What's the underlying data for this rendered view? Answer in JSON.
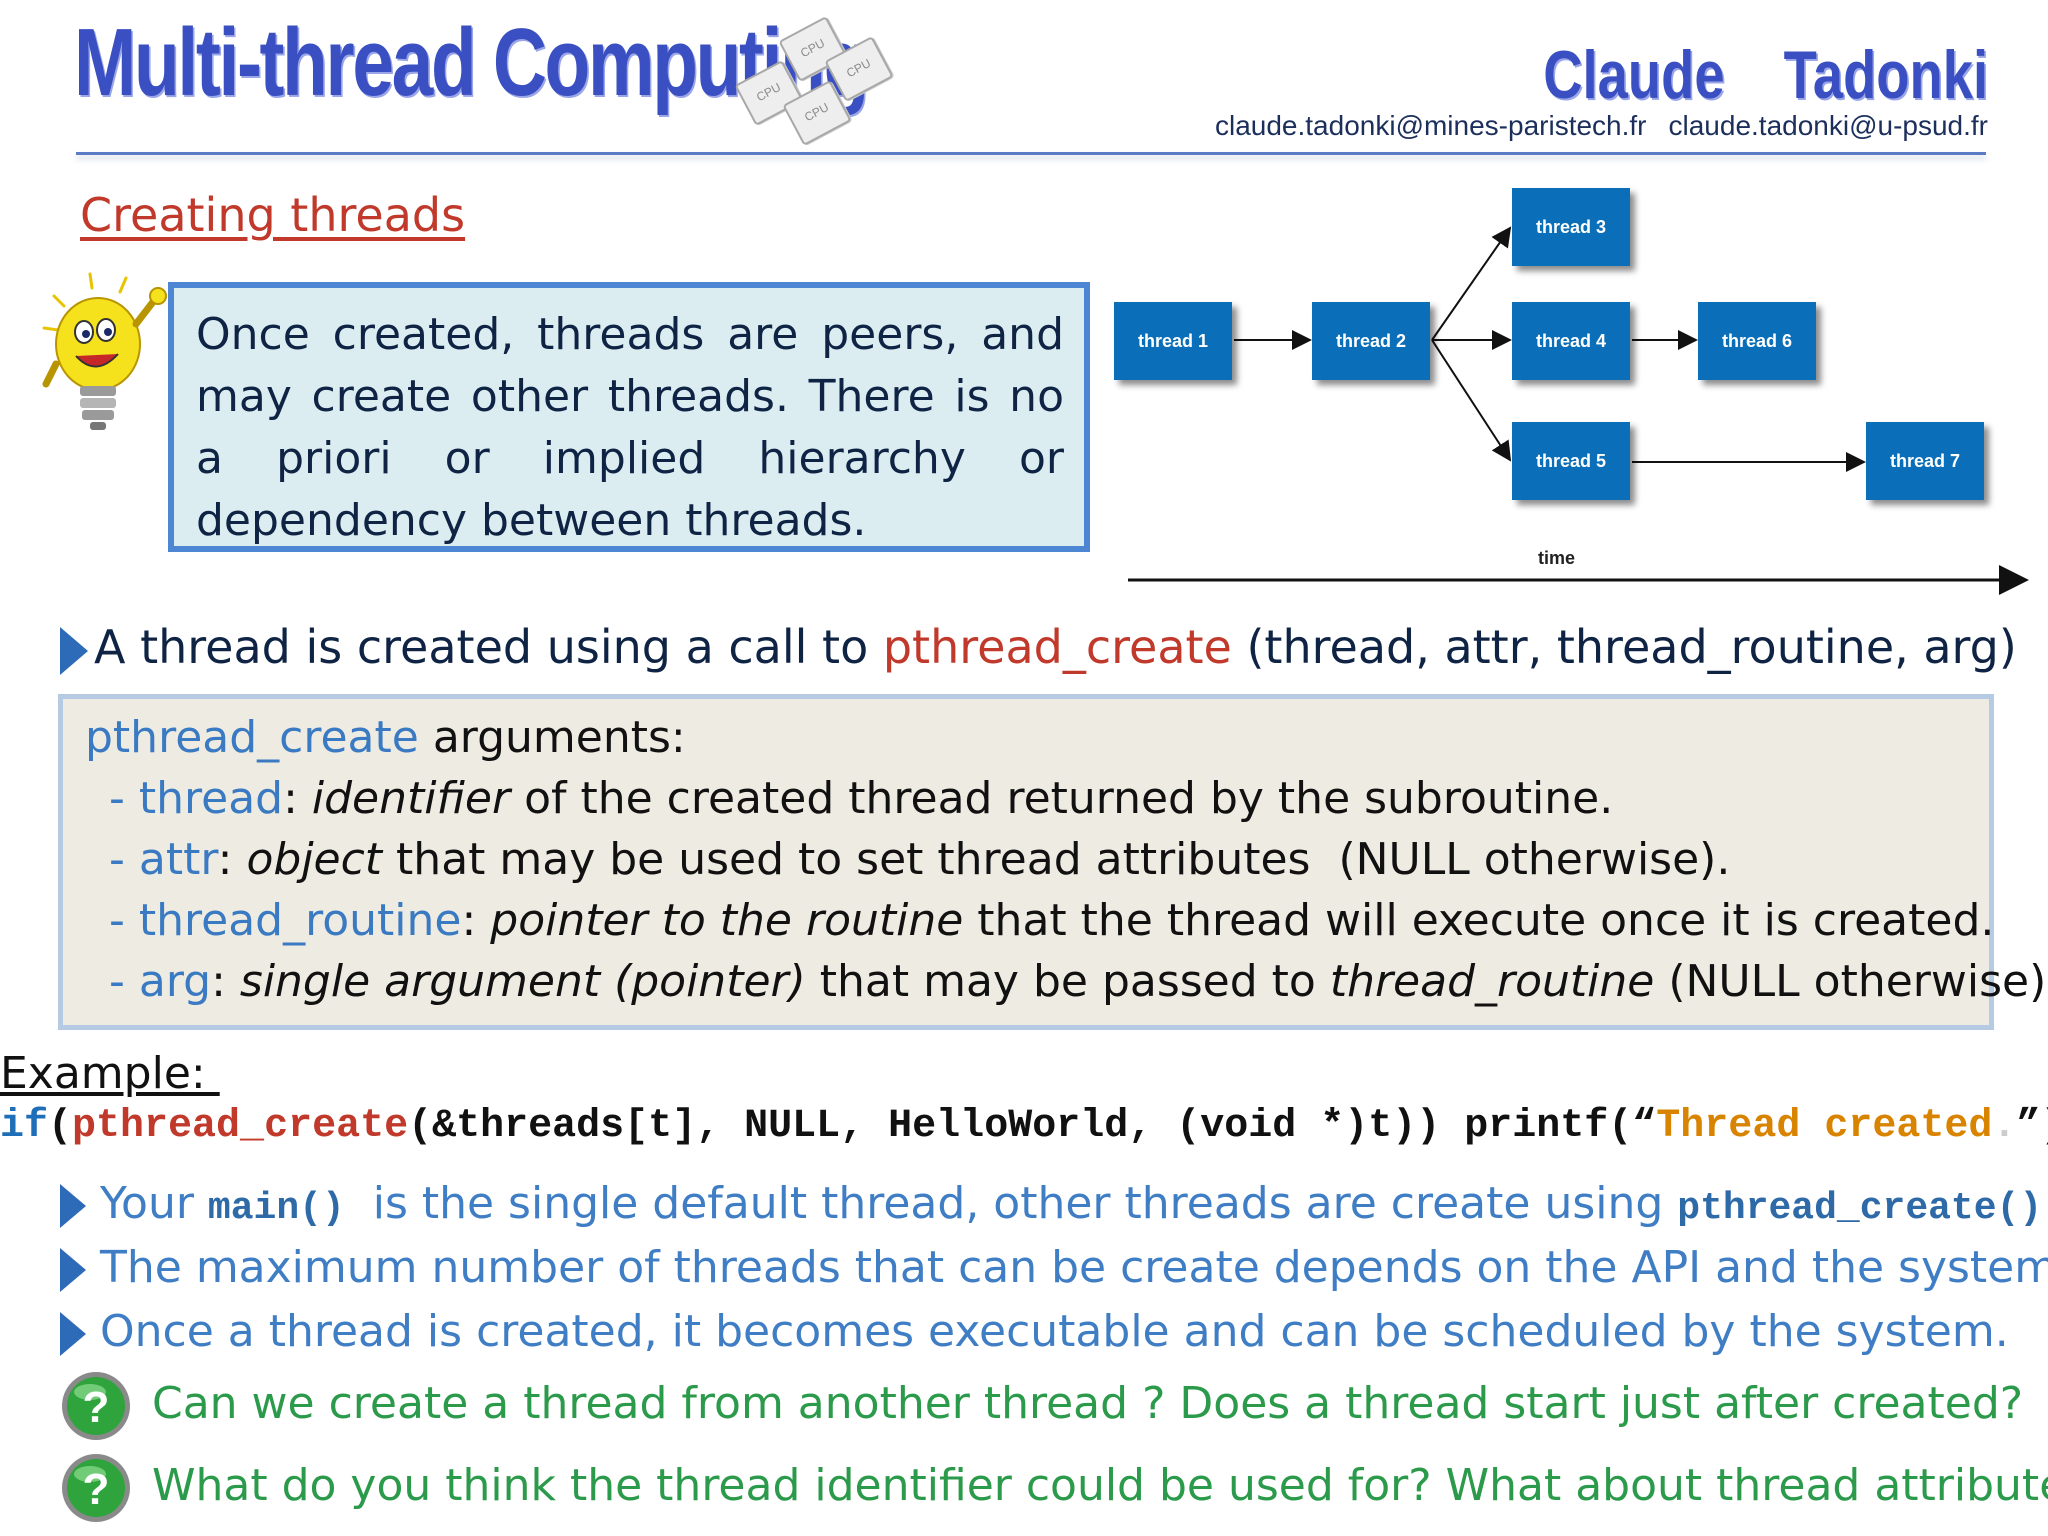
{
  "header": {
    "title": "Multi-thread Computing",
    "chip_labels": [
      "CPU",
      "CPU",
      "CPU",
      "CPU"
    ],
    "author": "Claude  Tadonki",
    "emails": [
      "claude.tadonki@mines-paristech.fr",
      "claude.tadonki@u-psud.fr"
    ]
  },
  "section_title": "Creating threads",
  "note": "Once created, threads are peers, and may create other threads. There is no a priori or implied hierarchy or dependency between threads.",
  "diagram": {
    "threads": [
      "thread 1",
      "thread 2",
      "thread 3",
      "thread 4",
      "thread 5",
      "thread 6",
      "thread 7"
    ],
    "axis_label": "time"
  },
  "bullet_main": {
    "prefix": "A thread is created using a call to ",
    "func": "pthread_create",
    "suffix": " (thread, attr, thread_routine, arg)"
  },
  "args": {
    "title_kw": "pthread_create",
    "title_rest": " arguments:",
    "items": [
      {
        "kw": "- thread",
        "sep": ": ",
        "em": "identifier",
        "rest": " of the created thread returned by the subroutine."
      },
      {
        "kw": "- attr",
        "sep": ": ",
        "em": "object",
        "rest": " that may be used to set thread attributes  (NULL otherwise)."
      },
      {
        "kw": "- thread_routine",
        "sep": ": ",
        "em": "pointer to the routine",
        "rest": " that the thread will execute once it is created."
      },
      {
        "kw": "- arg",
        "sep": ": ",
        "em": "single argument (pointer)",
        "rest": " that may be passed to ",
        "em2": "thread_routine",
        "rest2": " (NULL otherwise)."
      }
    ]
  },
  "example": {
    "label": "Example: ",
    "code": {
      "if": "if",
      "open": "(",
      "func": "pthread_create",
      "args": "(&threads[t], NULL, HelloWorld, (void *)t)) printf(“",
      "string": "Thread created",
      "dot": ".",
      "close": "”)"
    }
  },
  "bullets": [
    {
      "a": "Your ",
      "code1": "main()",
      "b": "  is the single default thread, other threads are create using ",
      "code2": "pthread_create()"
    },
    {
      "a": "The maximum number of threads that can be create depends on the API and the system",
      "dot": "."
    },
    {
      "a": "Once a thread is created, it becomes executable and can be scheduled by the system."
    }
  ],
  "questions": [
    "Can we create a thread from another thread ? Does a thread start just after created?",
    "What do you think the thread identifier could be used for? What about thread attributes?"
  ]
}
